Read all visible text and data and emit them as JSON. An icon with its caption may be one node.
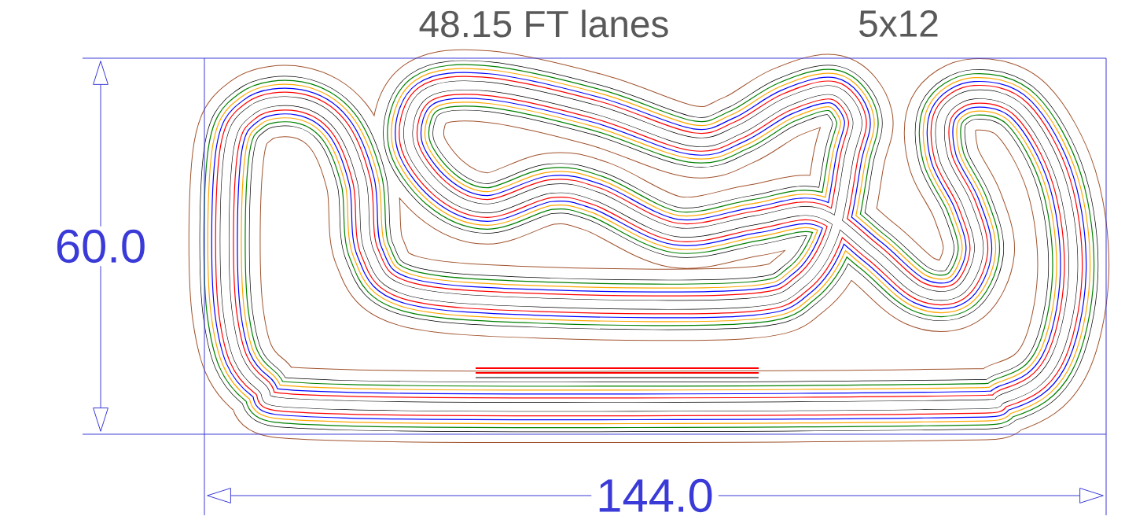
{
  "diagram": {
    "title": "48.15 FT lanes",
    "labels": [
      "5x12",
      "60.0",
      "144.0"
    ]
  }
}
